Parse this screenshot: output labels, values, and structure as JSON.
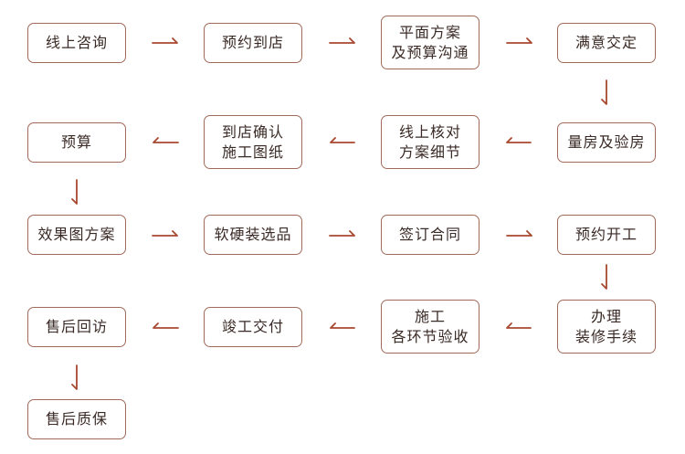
{
  "steps": {
    "s1": "线上咨询",
    "s2": "预约到店",
    "s3": "平面方案\n及预算沟通",
    "s4": "满意交定",
    "s5": "量房及验房",
    "s6": "线上核对\n方案细节",
    "s7": "到店确认\n施工图纸",
    "s8": "预算",
    "s9": "效果图方案",
    "s10": "软硬装选品",
    "s11": "签订合同",
    "s12": "预约开工",
    "s13": "办理\n装修手续",
    "s14": "施工\n各环节验收",
    "s15": "竣工交付",
    "s16": "售后回访",
    "s17": "售后质保"
  },
  "colors": {
    "border": "#a06a5a",
    "arrow": "#a8472f",
    "text": "#3a2a25"
  }
}
